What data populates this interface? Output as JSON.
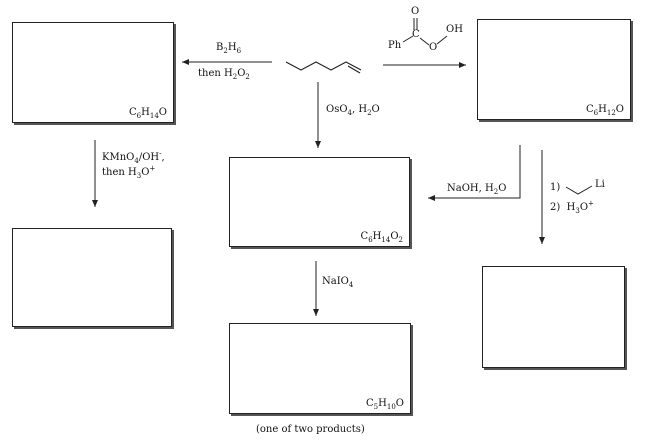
{
  "start_label": "hex-1-ene (skeletal structure)",
  "reagents": {
    "hydroboration_1": "B",
    "hydroboration_1s": "2",
    "hydroboration_2": "H",
    "hydroboration_2s": "6",
    "hydroboration_then": "then H",
    "hydroboration_then_s": "2",
    "hydroboration_then_o": "O",
    "hydroboration_then_s2": "2",
    "peracid_ph": "Ph",
    "peracid_c": "C",
    "peracid_o_top": "O",
    "peracid_o": "O",
    "peracid_oh": "OH",
    "oso4_a": "OsO",
    "oso4_s": "4",
    "oso4_b": ", H",
    "oso4_s2": "2",
    "oso4_c": "O",
    "kmno4_a": "KMnO",
    "kmno4_s": "4",
    "kmno4_b": "/OH",
    "kmno4_sup": "-",
    "kmno4_c": ",",
    "kmno4_then": "then H",
    "kmno4_then_s": "3",
    "kmno4_then_o": "O",
    "kmno4_then_sup": "+",
    "naoh_a": "NaOH, H",
    "naoh_s": "2",
    "naoh_b": "O",
    "naio4_a": "NaIO",
    "naio4_s": "4",
    "step1": "1)",
    "li": "Li",
    "step2": "2)",
    "h3o_a": "H",
    "h3o_s": "3",
    "h3o_b": "O",
    "h3o_sup": "+"
  },
  "boxes": {
    "top_left": {
      "f1": "C",
      "s1": "6",
      "f2": "H",
      "s2": "14",
      "f3": "O"
    },
    "top_right": {
      "f1": "C",
      "s1": "6",
      "f2": "H",
      "s2": "12",
      "f3": "O"
    },
    "middle": {
      "f1": "C",
      "s1": "6",
      "f2": "H",
      "s2": "14",
      "f3": "O",
      "s3": "2"
    },
    "bottom_middle": {
      "f1": "C",
      "s1": "5",
      "f2": "H",
      "s2": "10",
      "f3": "O"
    },
    "bottom_left": {},
    "bottom_right": {}
  },
  "note": "(one of two products)"
}
